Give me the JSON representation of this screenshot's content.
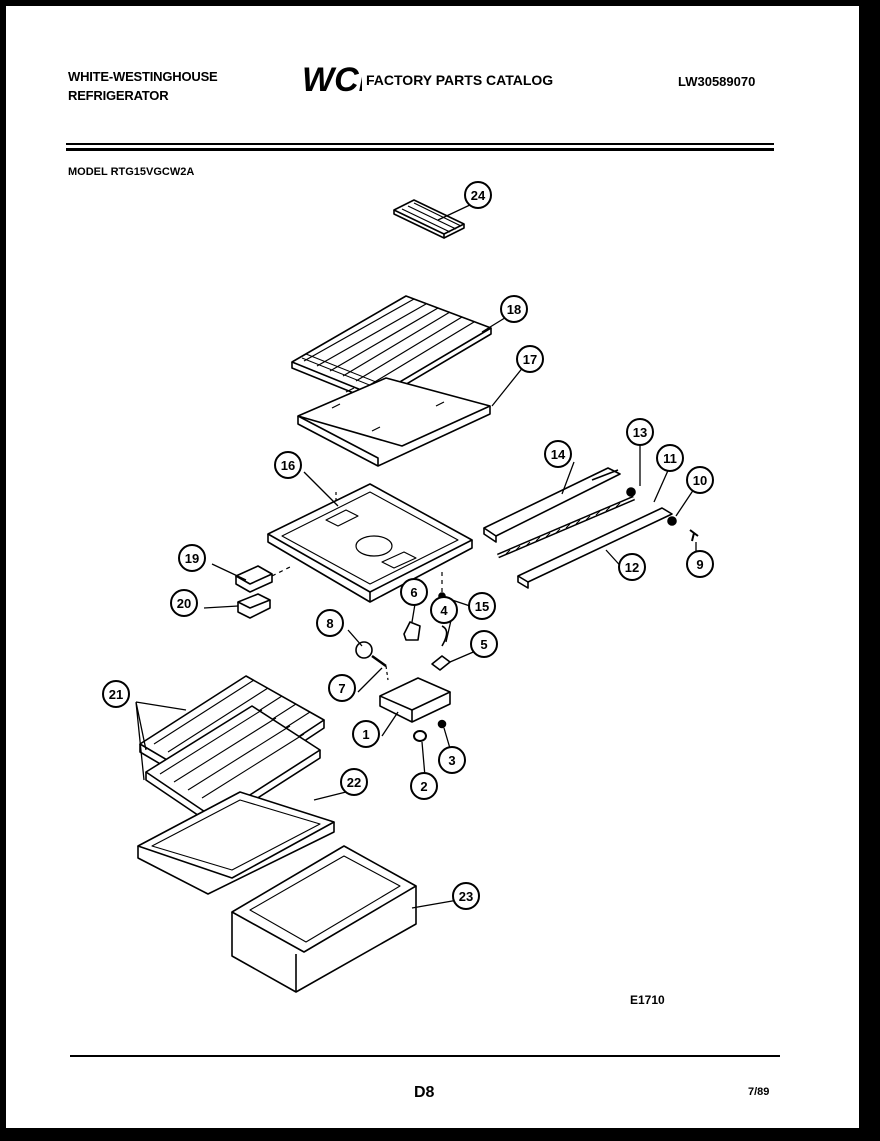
{
  "header": {
    "brand_line1": "WHITE-WESTINGHOUSE",
    "brand_line2": "REFRIGERATOR",
    "logo_text": "WCI",
    "catalog_title": "FACTORY PARTS CATALOG",
    "catalog_number": "LW30589070",
    "model_label": "MODEL RTG15VGCW2A"
  },
  "diagram": {
    "callouts": [
      "24",
      "18",
      "17",
      "16",
      "14",
      "13",
      "11",
      "10",
      "9",
      "12",
      "19",
      "20",
      "15",
      "6",
      "4",
      "5",
      "8",
      "7",
      "1",
      "2",
      "3",
      "21",
      "22",
      "23"
    ],
    "figure_code": "E1710"
  },
  "footer": {
    "page_code": "D8",
    "date": "7/89"
  }
}
